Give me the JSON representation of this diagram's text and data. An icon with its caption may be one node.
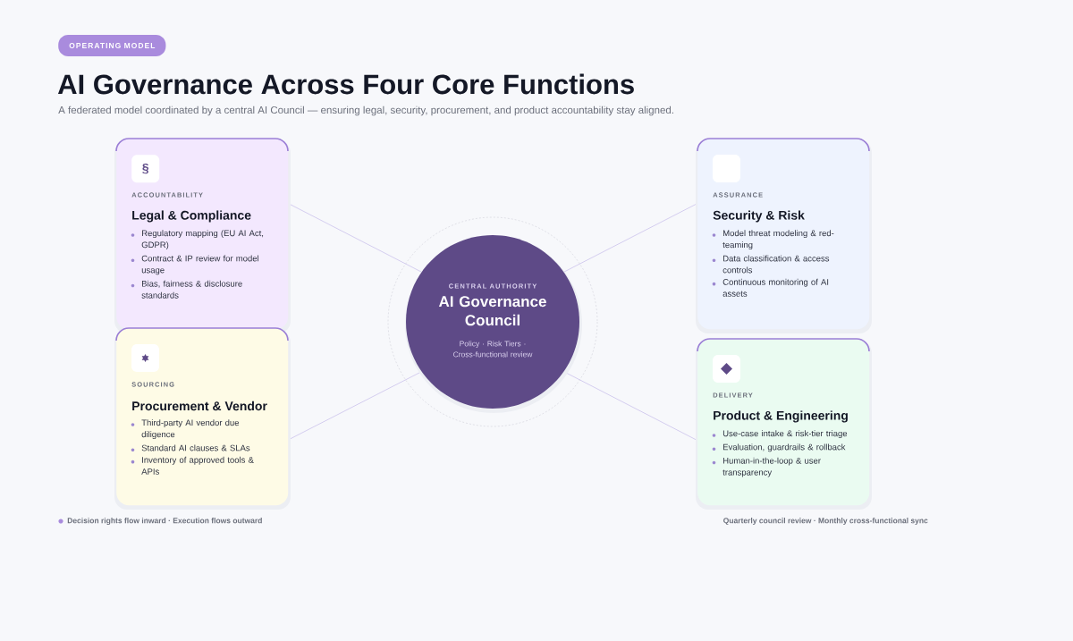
{
  "diagram": {
    "title": "AI Governance Across Four Core Functions",
    "nodes": [
      {
        "text": [
          "OPERATING MODEL"
        ]
      },
      {
        "text": [
          "§",
          "ACCOUNTABILITY",
          "Legal & Compliance",
          "Regulatory mapping (EU AI Act, GDPR)",
          "Contract & IP review for model usage",
          "Bias, fairness & disclosure standards"
        ]
      },
      {
        "text": [
          "ASSURANCE",
          "Security & Risk",
          "Model threat modeling & red-teaming",
          "Data classification & access controls",
          "Continuous monitoring of AI assets"
        ]
      },
      {
        "text": [
          "CENTRAL AUTHORITY",
          "AI Governance Council",
          "Policy · Risk Tiers · Cross-functional review"
        ]
      },
      {
        "text": [
          "SOURCING",
          "Procurement & Vendor",
          "Third-party AI vendor due diligence",
          "Standard AI clauses & SLAs",
          "Inventory of approved tools & APIs"
        ]
      },
      {
        "text": [
          "DELIVERY",
          "Product & Engineering",
          "Use-case intake & risk-tier triage",
          "Evaluation, guardrails & rollback",
          "Human-in-the-loop & user transparency"
        ]
      }
    ],
    "edges": [
      {
        "from": 1,
        "to": 3,
        "arrow": "none"
      },
      {
        "from": 2,
        "to": 3,
        "arrow": "none"
      },
      {
        "from": 4,
        "to": 3,
        "arrow": "none"
      },
      {
        "from": 5,
        "to": 3,
        "arrow": "none"
      }
    ],
    "labels": [
      "A federated model coordinated by a central AI Council — ensuring legal, security, procurement, and product accountability stay aligned.",
      "Decision rights flow inward · Execution flows outward",
      "Quarterly council review · Monthly cross-functional sync"
    ]
  }
}
